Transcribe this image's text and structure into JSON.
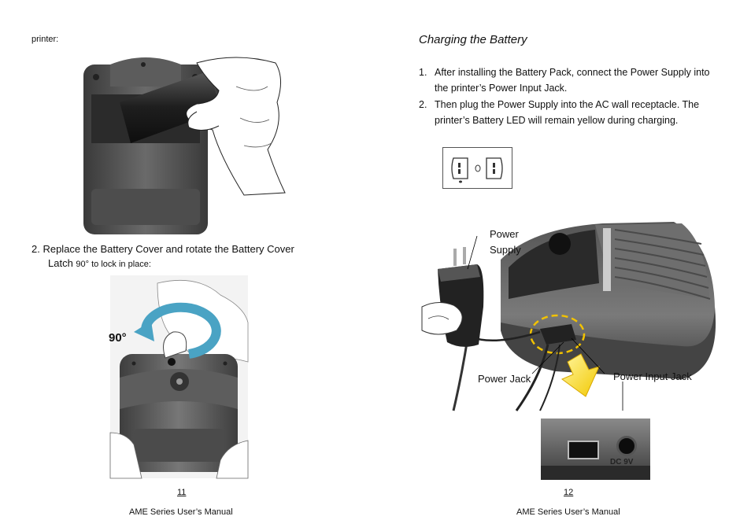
{
  "left_page": {
    "intro_text": "printer:",
    "step2_line1": "2.  Replace the Battery Cover and rotate the Battery Cover",
    "step2_line2_a": "Latch ",
    "step2_line2_b": "90°  to lock in place:",
    "rotation_label": "90°",
    "page_number": "11",
    "footer": "AME Series User’s Manual"
  },
  "right_page": {
    "heading": "Charging the Battery",
    "steps": [
      {
        "num": "1.",
        "line1": "After installing the Battery Pack, connect the Power Supply into",
        "line2": "the printer’s Power Input Jack."
      },
      {
        "num": "2.",
        "line1": "Then plug the Power Supply into the AC wall receptacle. The",
        "line2": "printer’s Battery LED will remain yellow during charging."
      }
    ],
    "labels": {
      "power_supply_1": "Power",
      "power_supply_2": "Supply",
      "power_jack": "Power Jack",
      "power_input_jack": "Power Input Jack",
      "dc_label": "DC 9V"
    },
    "page_number": "12",
    "footer": "AME Series User’s Manual"
  }
}
